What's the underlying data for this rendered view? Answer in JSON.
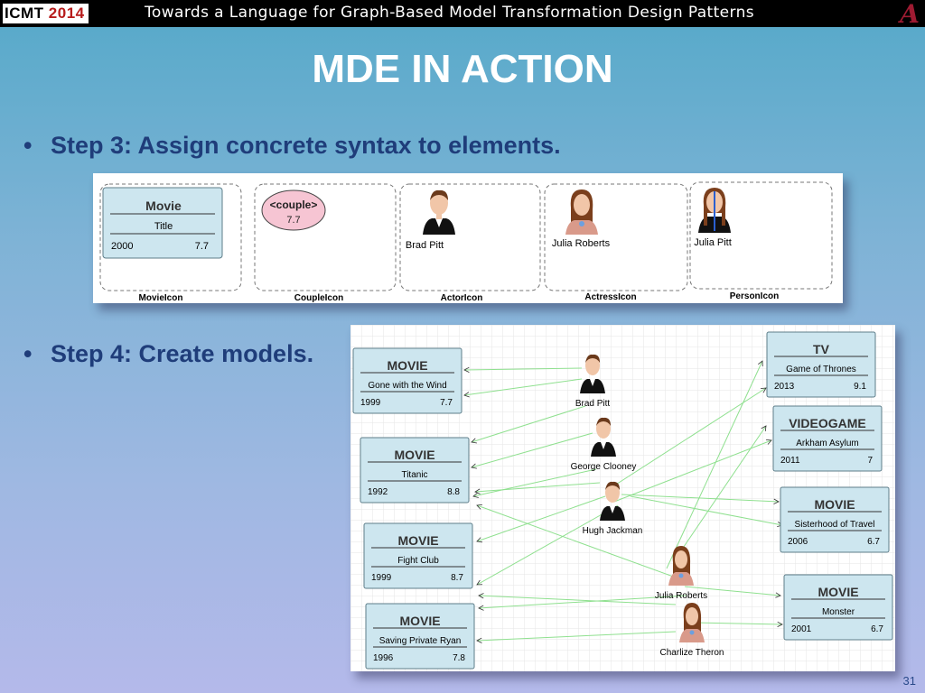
{
  "header": {
    "logo_text": "ICMT",
    "logo_year": "2014",
    "title": "Towards a Language for Graph-Based Model Transformation Design Patterns",
    "emblem": "A"
  },
  "slide": {
    "title": "MDE IN ACTION",
    "page_number": "31"
  },
  "bullets": [
    {
      "text": "Step 3: Assign concrete syntax to elements."
    },
    {
      "text": "Step 4: Create models."
    }
  ],
  "syntax_panel": {
    "movie_box": {
      "title": "Movie",
      "subtitle": "Title",
      "year": "2000",
      "rating": "7.7"
    },
    "couple": {
      "label": "<couple>",
      "rating": "7.7"
    },
    "actor_name": "Brad Pitt",
    "actress_name": "Julia Roberts",
    "person_name": "Julia Pitt",
    "captions": [
      "MovieIcon",
      "CoupleIcon",
      "ActorIcon",
      "ActressIcon",
      "PersonIcon"
    ]
  },
  "model_panel": {
    "left_items": [
      {
        "kind": "MOVIE",
        "name": "Gone with the Wind",
        "year": "1999",
        "rating": "7.7"
      },
      {
        "kind": "MOVIE",
        "name": "Titanic",
        "year": "1992",
        "rating": "8.8"
      },
      {
        "kind": "MOVIE",
        "name": "Fight Club",
        "year": "1999",
        "rating": "8.7"
      },
      {
        "kind": "MOVIE",
        "name": "Saving Private Ryan",
        "year": "1996",
        "rating": "7.8"
      }
    ],
    "right_items": [
      {
        "kind": "TV",
        "name": "Game of Thrones",
        "year": "2013",
        "rating": "9.1"
      },
      {
        "kind": "VIDEOGAME",
        "name": "Arkham Asylum",
        "year": "2011",
        "rating": "7"
      },
      {
        "kind": "MOVIE",
        "name": "Sisterhood of Travel",
        "year": "2006",
        "rating": "6.7"
      },
      {
        "kind": "MOVIE",
        "name": "Monster",
        "year": "2001",
        "rating": "6.7"
      }
    ],
    "people": [
      {
        "name": "Brad Pitt",
        "gender": "male"
      },
      {
        "name": "George Clooney",
        "gender": "male"
      },
      {
        "name": "Hugh Jackman",
        "gender": "male"
      },
      {
        "name": "Julia Roberts",
        "gender": "female"
      },
      {
        "name": "Charlize Theron",
        "gender": "female"
      }
    ]
  },
  "colors": {
    "box_fill": "#cde6ef",
    "box_stroke": "#5e7e8a",
    "edge": "#8fe08f",
    "couple_fill": "#f6c5d3",
    "title_blue": "#1f3d7a"
  }
}
